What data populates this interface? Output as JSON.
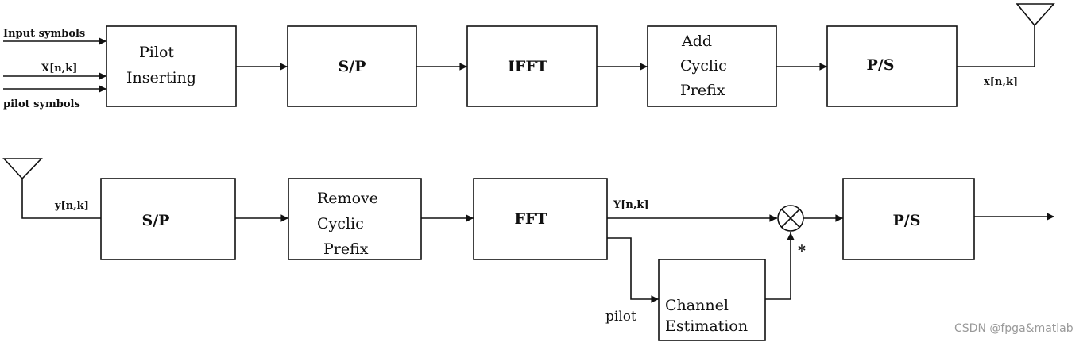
{
  "transmitter": {
    "inputs": {
      "input_symbols": "Input symbols",
      "x_freq": "X[n,k]",
      "pilot_symbols": "pilot symbols"
    },
    "blocks": {
      "pilot_inserting": [
        "Pilot",
        "Inserting"
      ],
      "sp": "S/P",
      "ifft": "IFFT",
      "add_cp": [
        "Add",
        "Cyclic",
        "Prefix"
      ],
      "ps": "P/S"
    },
    "output_signal": "x[n,k]"
  },
  "receiver": {
    "input_signal": "y[n,k]",
    "blocks": {
      "sp": "S/P",
      "remove_cp": [
        "Remove",
        "Cyclic",
        "Prefix"
      ],
      "fft": "FFT",
      "channel_estimation": [
        "Channel",
        "Estimation"
      ],
      "ps": "P/S"
    },
    "fft_output": "Y[n,k]",
    "pilot_label": "pilot",
    "conjugate_mark": "*"
  },
  "watermark": "CSDN @fpga&matlab"
}
